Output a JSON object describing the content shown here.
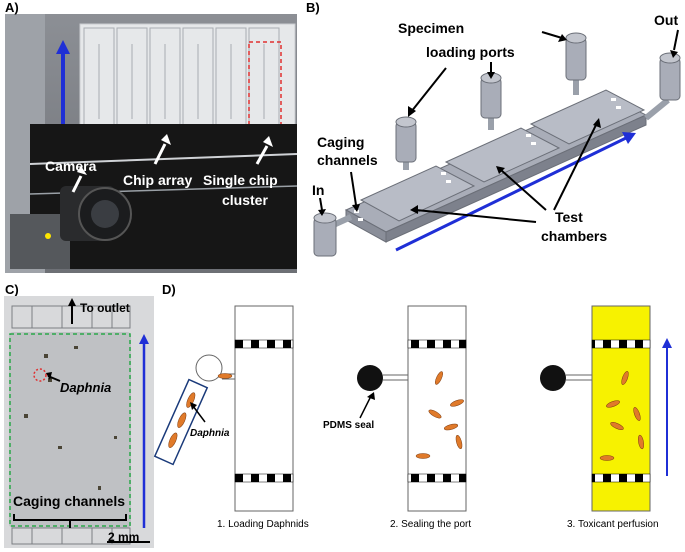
{
  "panels": {
    "a": {
      "letter": "A)",
      "labels": {
        "camera": "Camera",
        "chip_array": "Chip array",
        "single_chip": "Single chip",
        "cluster": "cluster"
      }
    },
    "b": {
      "letter": "B)",
      "labels": {
        "specimen": "Specimen",
        "loading_ports": "loading ports",
        "out": "Out",
        "caging": "Caging",
        "channels": "channels",
        "in": "In",
        "test": "Test",
        "chambers": "chambers"
      }
    },
    "c": {
      "letter": "C)",
      "labels": {
        "to_outlet": "To outlet",
        "daphnia": "Daphnia",
        "caging_channels": "Caging channels",
        "scale": "2 mm"
      }
    },
    "d": {
      "letter": "D)",
      "labels": {
        "daphnia": "Daphnia",
        "pdms_seal": "PDMS seal",
        "step1": "1. Loading Daphnids",
        "step2": "2. Sealing the port",
        "step3": "3. Toxicant perfusion"
      }
    }
  },
  "colors": {
    "blue_arrow": "#1f2fd6",
    "red_box": "#e03030",
    "green_box": "#2aa84a",
    "toxicant": "#f7f200",
    "daphnid": "#e07a2a"
  }
}
